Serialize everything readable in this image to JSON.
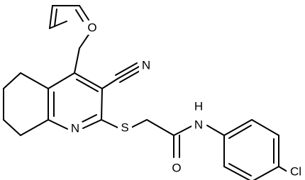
{
  "molecule": {
    "atom_labels": {
      "furan_oxygen": "O",
      "nitrile_nitrogen": "N",
      "pyridine_nitrogen": "N",
      "thioether_sulfur": "S",
      "amide_nitrogen_h": "H",
      "amide_nitrogen": "N",
      "carbonyl_oxygen": "O",
      "chlorine": "Cl"
    }
  },
  "colors": {
    "bond": "#000000",
    "background": "#ffffff"
  }
}
